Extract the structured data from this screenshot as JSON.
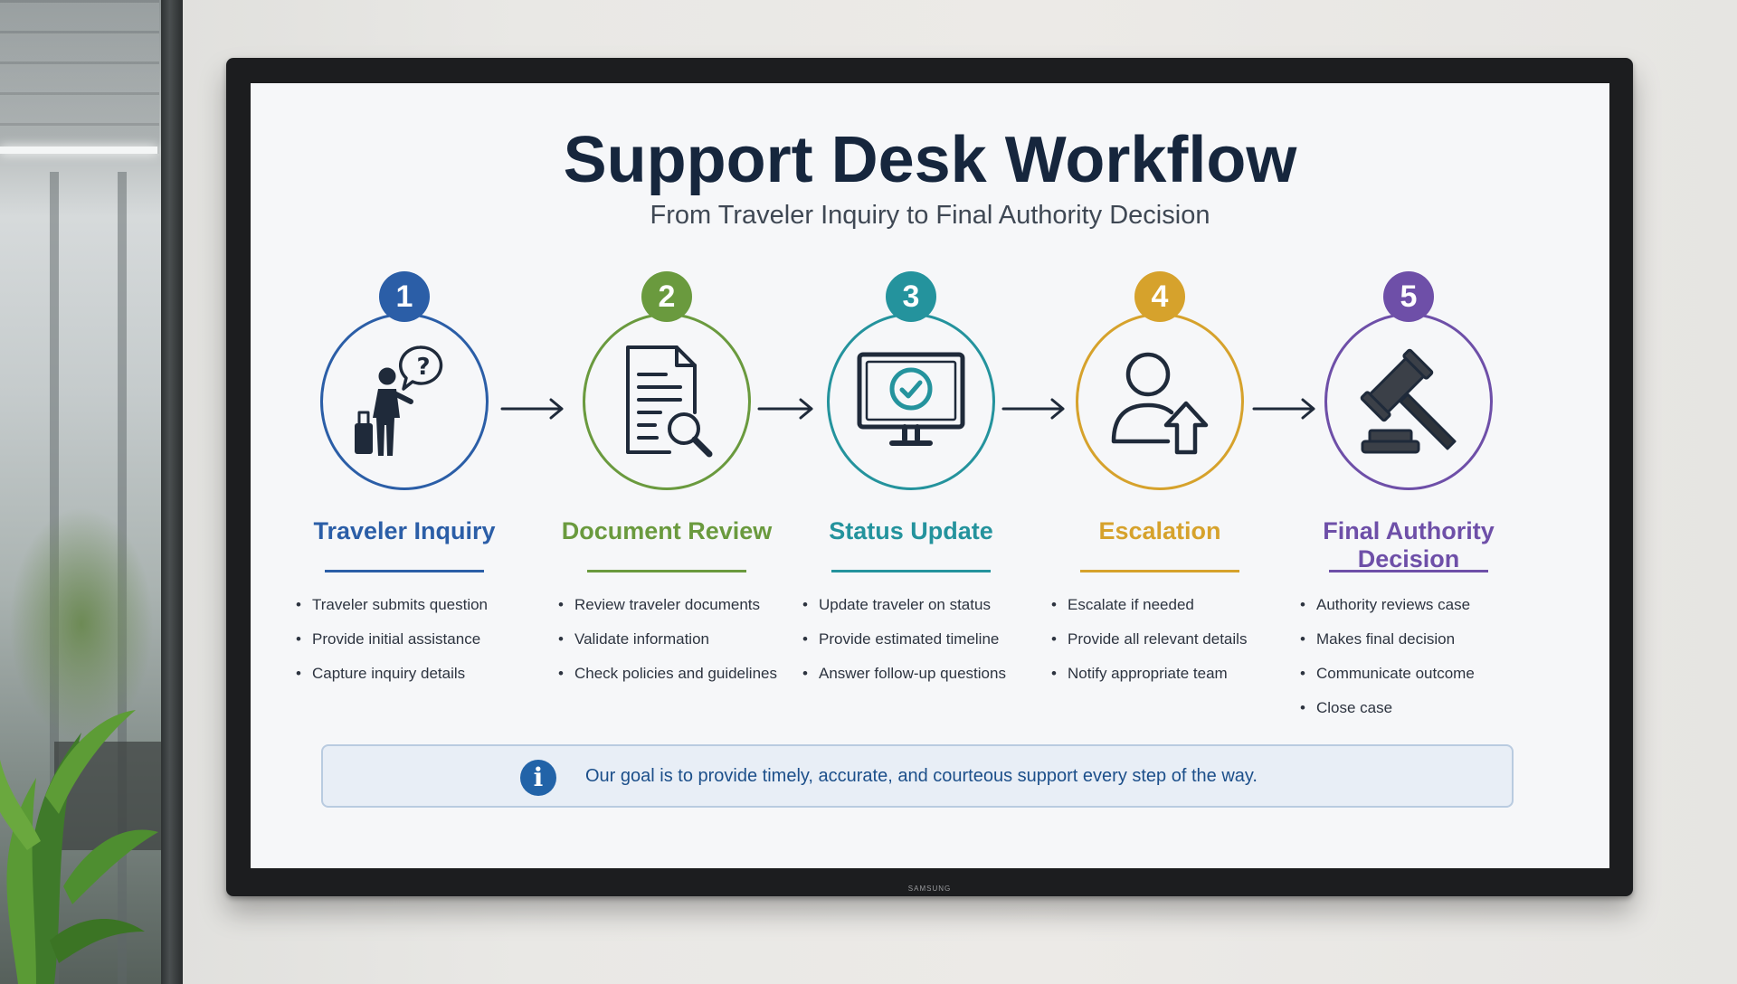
{
  "title": "Support Desk Workflow",
  "subtitle": "From Traveler Inquiry to Final Authority Decision",
  "tv_brand": "SAMSUNG",
  "steps": [
    {
      "number": "1",
      "label": "Traveler Inquiry",
      "color": "#2b5ea7",
      "icon": "traveler-question-icon",
      "items": [
        "Traveler submits question",
        "Provide initial assistance",
        "Capture inquiry details"
      ]
    },
    {
      "number": "2",
      "label": "Document Review",
      "color": "#6a9a3e",
      "icon": "document-search-icon",
      "items": [
        "Review traveler documents",
        "Validate information",
        "Check policies and guidelines"
      ]
    },
    {
      "number": "3",
      "label": "Status Update",
      "color": "#24939d",
      "icon": "monitor-check-icon",
      "items": [
        "Update traveler on status",
        "Provide estimated timeline",
        "Answer follow-up questions"
      ]
    },
    {
      "number": "4",
      "label": "Escalation",
      "color": "#d6a22c",
      "icon": "user-escalate-icon",
      "items": [
        "Escalate if needed",
        "Provide all relevant details",
        "Notify appropriate team"
      ]
    },
    {
      "number": "5",
      "label": "Final Authority Decision",
      "color": "#6e4fa8",
      "icon": "gavel-icon",
      "items": [
        "Authority reviews case",
        "Makes final decision",
        "Communicate outcome",
        "Close case"
      ]
    }
  ],
  "note": {
    "icon": "info-icon",
    "text": "Our goal is to provide timely, accurate, and courteous support every step of the way."
  }
}
